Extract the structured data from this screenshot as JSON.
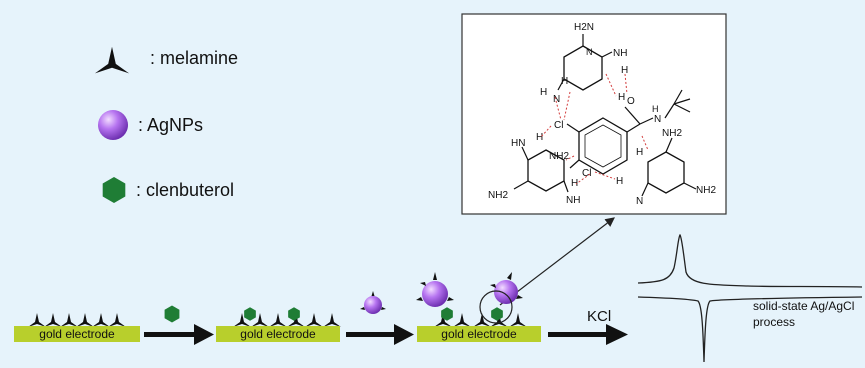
{
  "legend": {
    "melamine": ": melamine",
    "agnps": ": AgNPs",
    "clenbuterol": ": clenbuterol"
  },
  "electrodes": {
    "label_1": "gold electrode",
    "label_2": "gold electrode",
    "label_3": "gold electrode"
  },
  "process": {
    "reagent": "KCl",
    "result_line1": "solid-state Ag/AgCl",
    "result_line2": "process"
  },
  "structure_labels": {
    "h2n_top": "H2N",
    "nh_top": "NH",
    "h_top": "H",
    "h_nh_left_a": "H",
    "n_left": "N",
    "h_left": "H",
    "h_o": "H",
    "o": "O",
    "n_amine": "N",
    "h_amine": "H",
    "cl_top": "Cl",
    "hn_mid": "HN",
    "h_mid": "H",
    "nh2_mid": "NH2",
    "cl_bottom": "Cl",
    "nh2_right_top": "NH2",
    "nh2_bl": "NH2",
    "nh_bl": "NH",
    "h_bl": "H",
    "h_br": "H",
    "n_br": "N",
    "nh2_right": "NH2",
    "h_right_n": "H",
    "ring_n": "N"
  },
  "colors": {
    "background": "#e6f3fb",
    "electrode_fill": "#b8cf2c",
    "clenbuterol_fill": "#1f7d35",
    "agnp_fill": "#a55fe8",
    "hbond": "#d23b3b",
    "ink": "#111111"
  }
}
